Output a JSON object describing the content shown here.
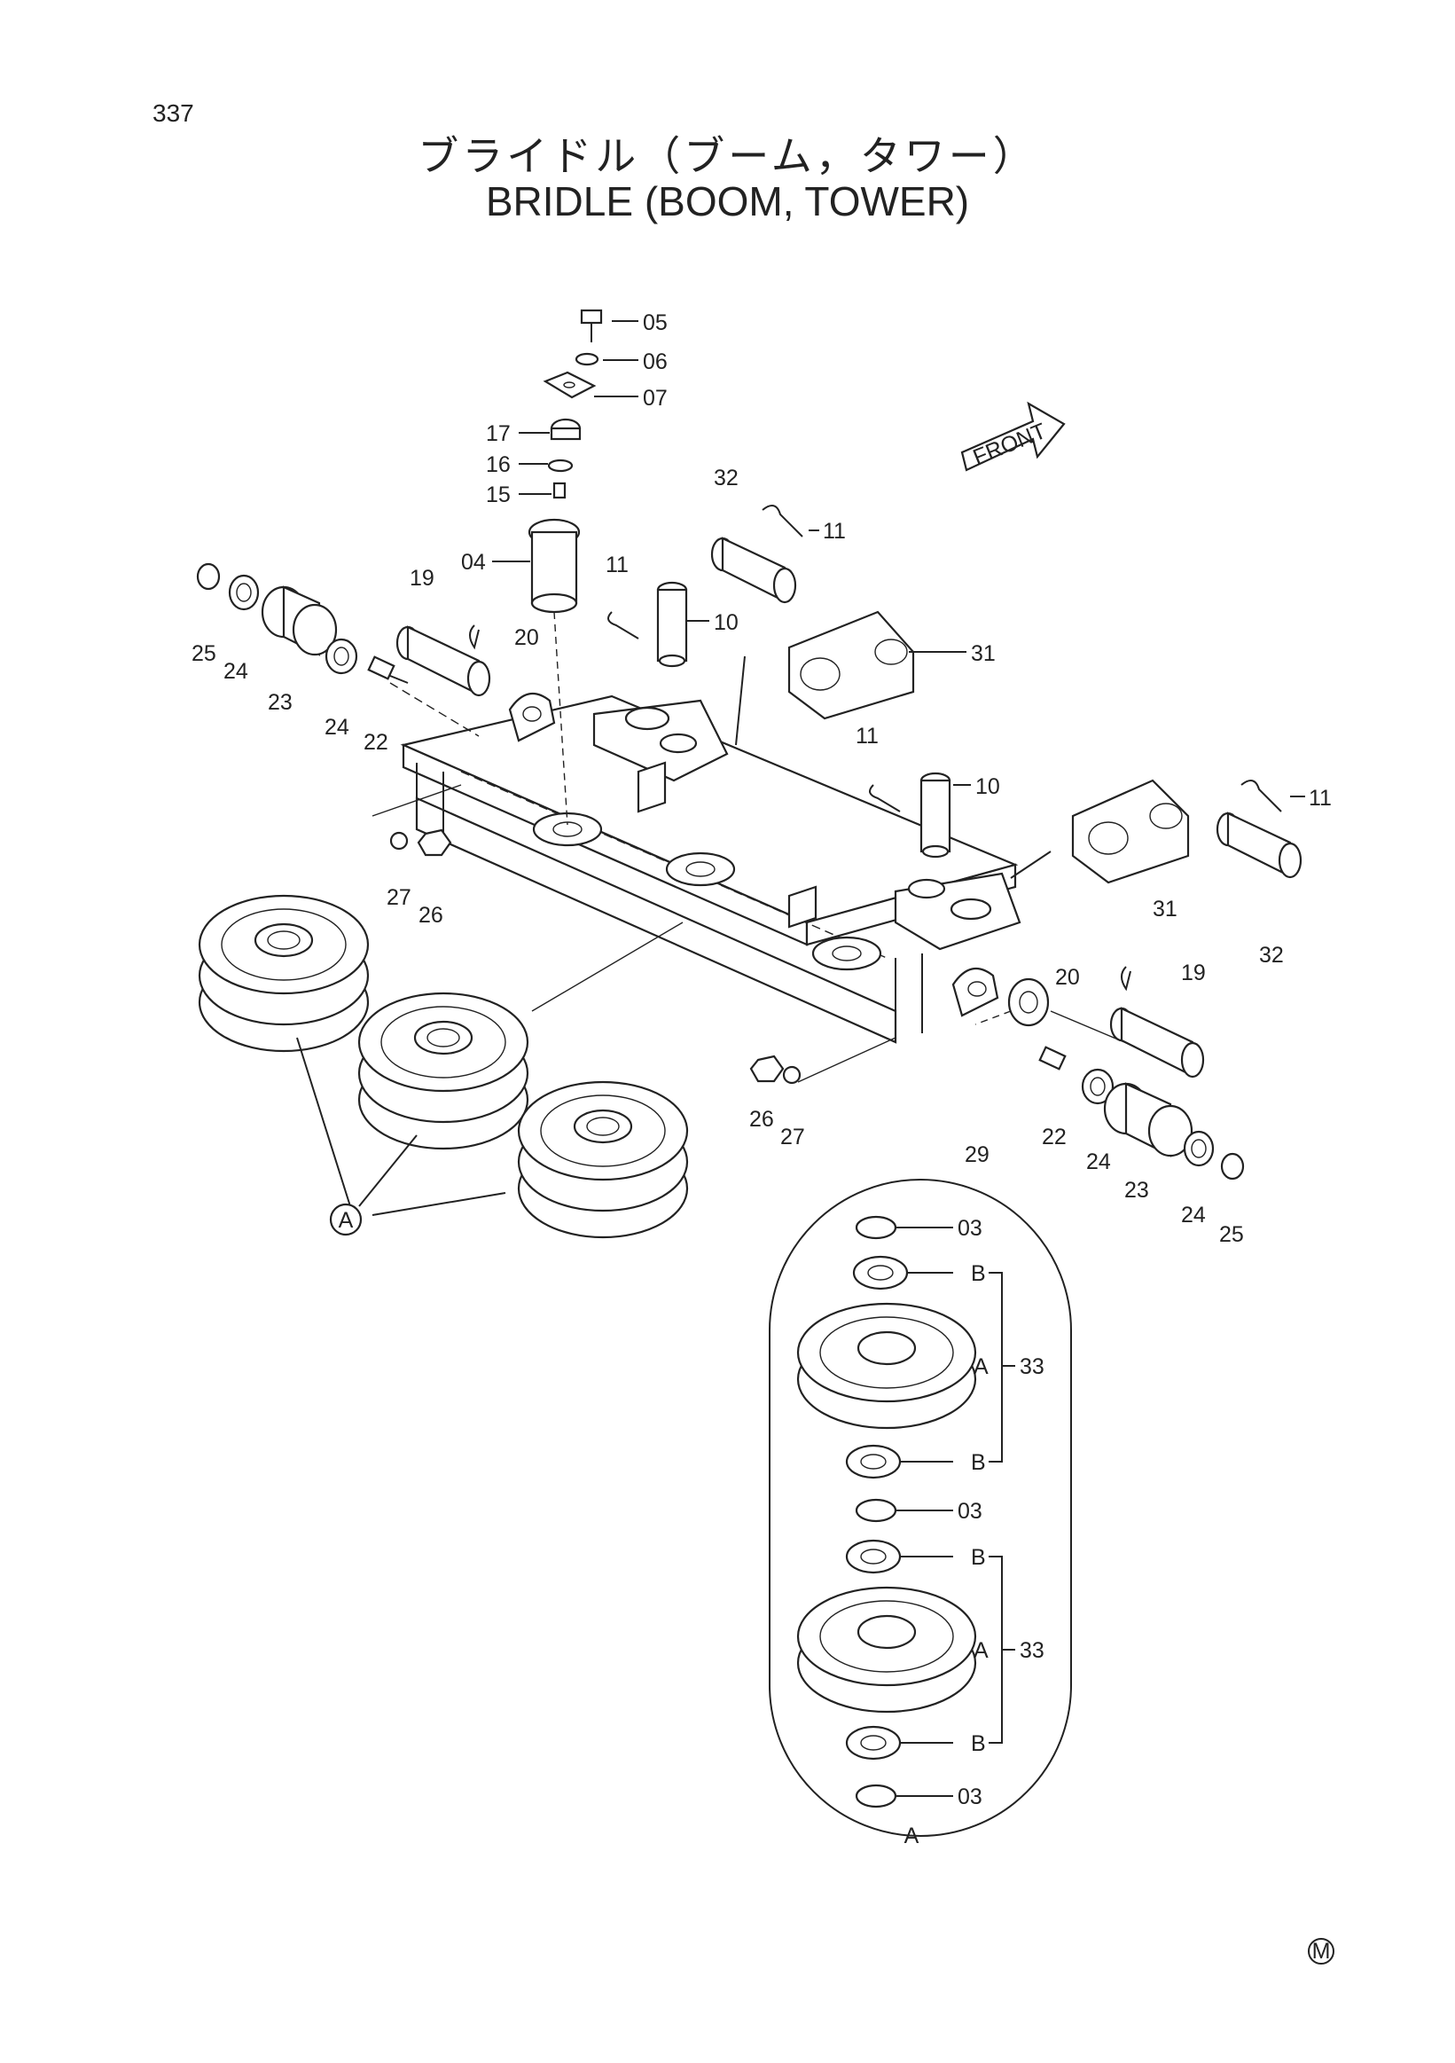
{
  "page_number": "337",
  "title_jp": "ブライドル（ブーム，タワー）",
  "title_en": "BRIDLE (BOOM, TOWER)",
  "front_arrow_label": "FRONT",
  "detail_marker": "A",
  "corner_mark": "M",
  "callouts": {
    "c05": "05",
    "c06": "06",
    "c07": "07",
    "c17": "17",
    "c16": "16",
    "c15": "15",
    "c04": "04",
    "c19a": "19",
    "c20a": "20",
    "c11a": "11",
    "c10a": "10",
    "c32a": "32",
    "c11b": "11",
    "c31a": "31",
    "c25a": "25",
    "c24a": "24",
    "c23a": "23",
    "c24b": "24",
    "c22a": "22",
    "c11c": "11",
    "c10b": "10",
    "c11d": "11",
    "c27a": "27",
    "c26a": "26",
    "c31b": "31",
    "c32b": "32",
    "c20b": "20",
    "c19b": "19",
    "c26b": "26",
    "c27b": "27",
    "c29": "29",
    "c22b": "22",
    "c24c": "24",
    "c23b": "23",
    "c24d": "24",
    "c25b": "25",
    "c03a": "03",
    "cBa": "B",
    "cAa": "A",
    "c33a": "33",
    "cBb": "B",
    "c03b": "03",
    "cBc": "B",
    "cAb": "A",
    "c33b": "33",
    "cBd": "B",
    "c03c": "03",
    "cAc": "A"
  }
}
